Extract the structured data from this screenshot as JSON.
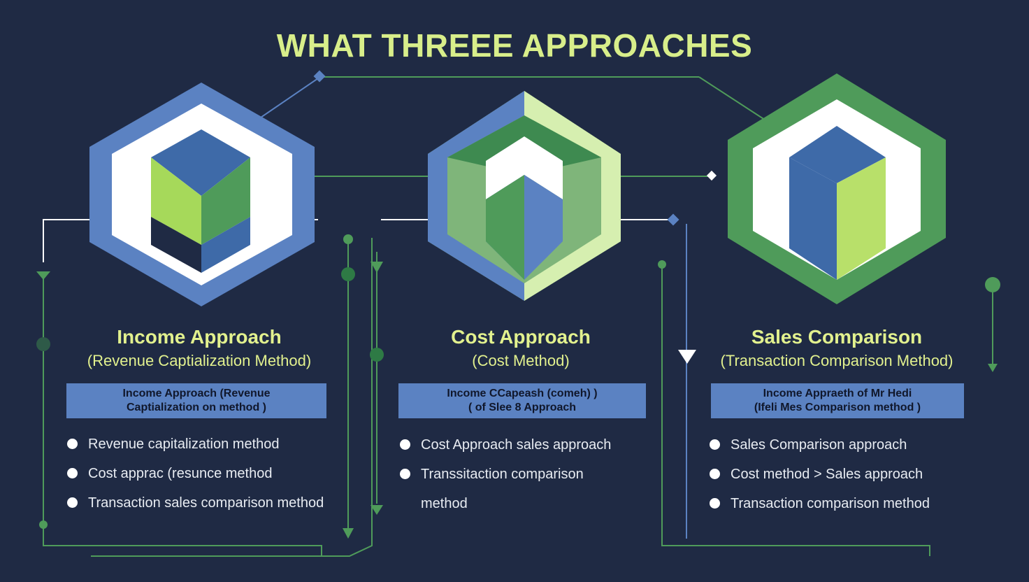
{
  "title": "WHAT THREEE APPROACHES",
  "colors": {
    "background": "#1f2a44",
    "blue": "#5b82c2",
    "green": "#4f9b5a",
    "lime": "#b8e06a",
    "title": "#d8ee8a"
  },
  "columns": [
    {
      "icon": "hexagon-cube-icon",
      "title": "Income Approach",
      "subtitle": "(Revenue Captialization Method)",
      "banner": {
        "line1": "Income Approach (Revenue",
        "line2": "Captialization on method )"
      },
      "bullets": [
        "Revenue capitalization method",
        "Cost apprac (resunce method",
        "Transaction sales comparison method"
      ]
    },
    {
      "icon": "hexagon-prism-icon",
      "title": "Cost Approach",
      "subtitle": "(Cost Method)",
      "banner": {
        "line1": "Income CCapeash (comeh) )",
        "line2": "( of Slee 8 Approach"
      },
      "bullets": [
        "Cost Approach sales approach",
        "Transsitaction comparison",
        "method"
      ]
    },
    {
      "icon": "hexagon-box-icon",
      "title": "Sales Comparison",
      "subtitle": "(Transaction Comparison Method)",
      "banner": {
        "line1": "Income Appraeth of Mr Hedi",
        "line2": "(Ifeli Mes Comparison method )"
      },
      "bullets": [
        "Sales Comparison approach",
        "Cost method > Sales approach",
        "Transaction comparison  method"
      ]
    }
  ]
}
